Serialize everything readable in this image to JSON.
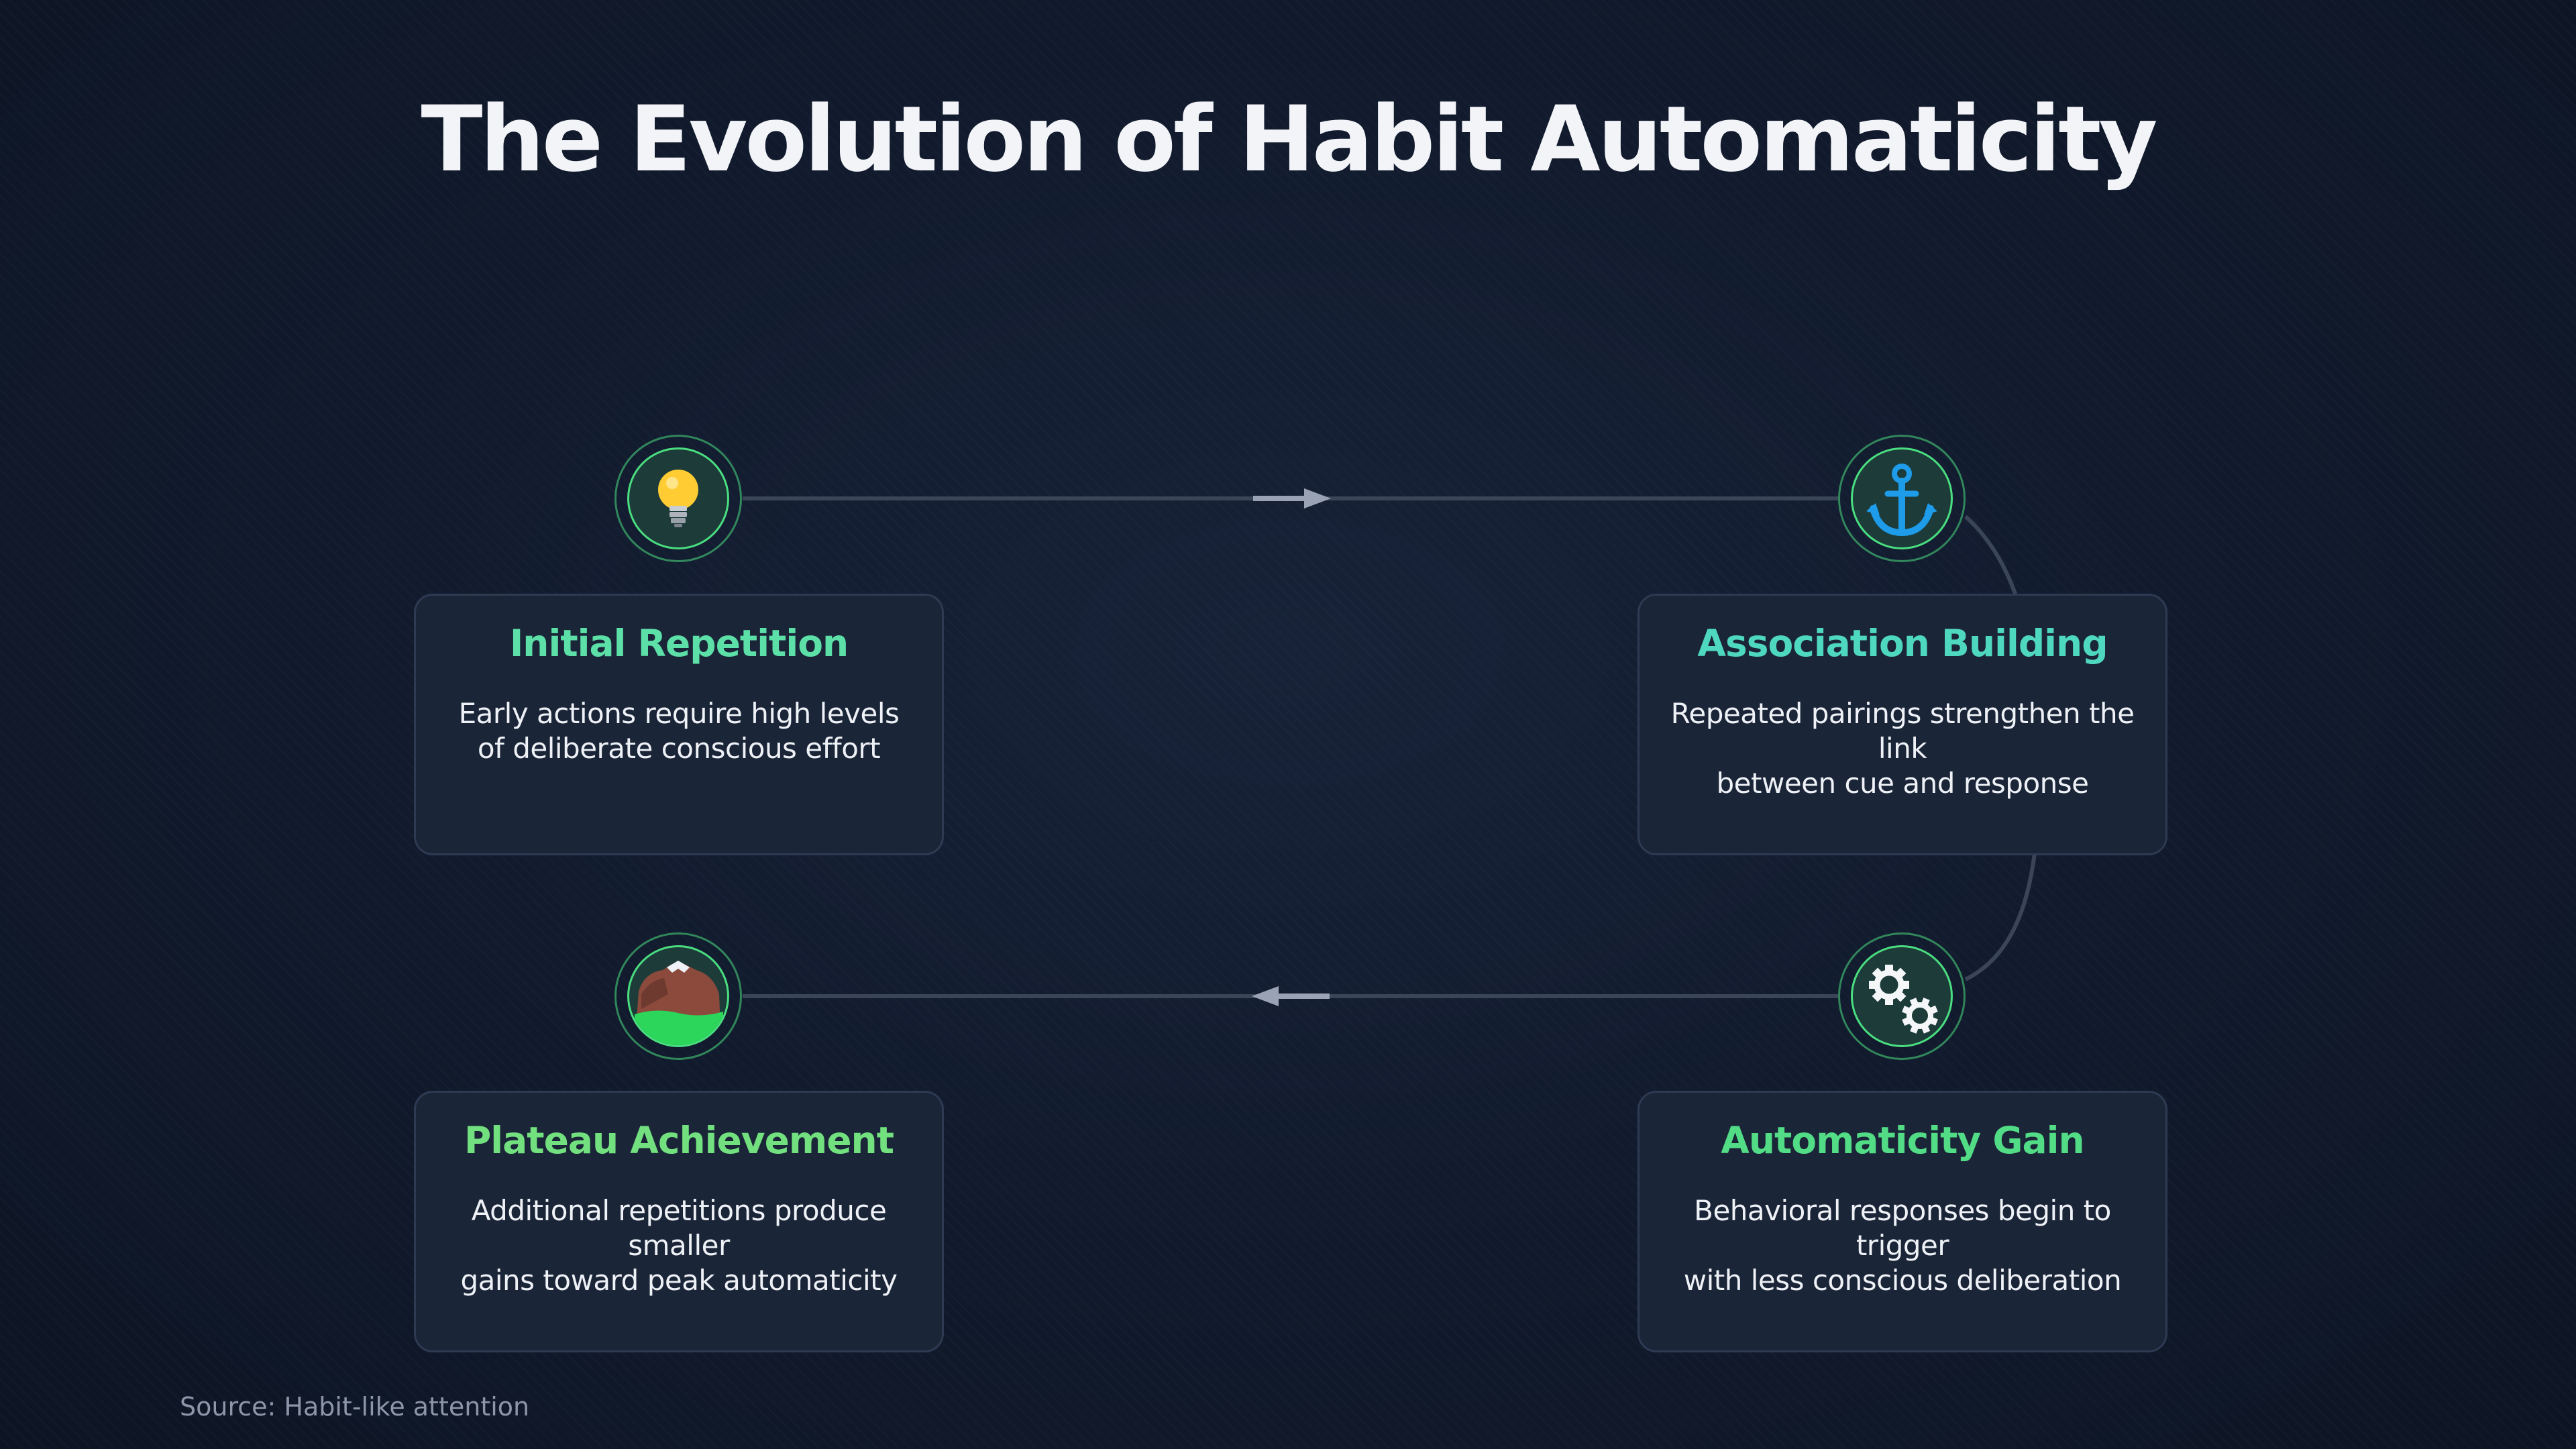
{
  "title": "The Evolution of Habit Automaticity",
  "source": "Source: Habit-like attention",
  "colors": {
    "background": "#111a2c",
    "card_background": "#1b2538",
    "card_border": "#2d3a52",
    "ring": "#4ade80",
    "connector": "#3b4558",
    "arrow": "#9aa3b5",
    "title_text": "#f2f4f8",
    "desc_text": "#eef1f6"
  },
  "stages": [
    {
      "id": "initial-repetition",
      "icon": "lightbulb-icon",
      "title": "Initial Repetition",
      "title_color": "#5ce0a8",
      "lines": [
        "Early actions require high levels",
        "of deliberate conscious effort"
      ]
    },
    {
      "id": "association-building",
      "icon": "anchor-icon",
      "title": "Association Building",
      "title_color": "#4fd8c0",
      "lines": [
        "Repeated pairings strengthen the link",
        "between cue and response"
      ]
    },
    {
      "id": "automaticity-gain",
      "icon": "gears-icon",
      "title": "Automaticity Gain",
      "title_color": "#52dc86",
      "lines": [
        "Behavioral responses begin to trigger",
        "with less conscious deliberation"
      ]
    },
    {
      "id": "plateau-achievement",
      "icon": "mountain-icon",
      "title": "Plateau Achievement",
      "title_color": "#72e07e",
      "lines": [
        "Additional repetitions produce smaller",
        "gains toward peak automaticity"
      ]
    }
  ]
}
